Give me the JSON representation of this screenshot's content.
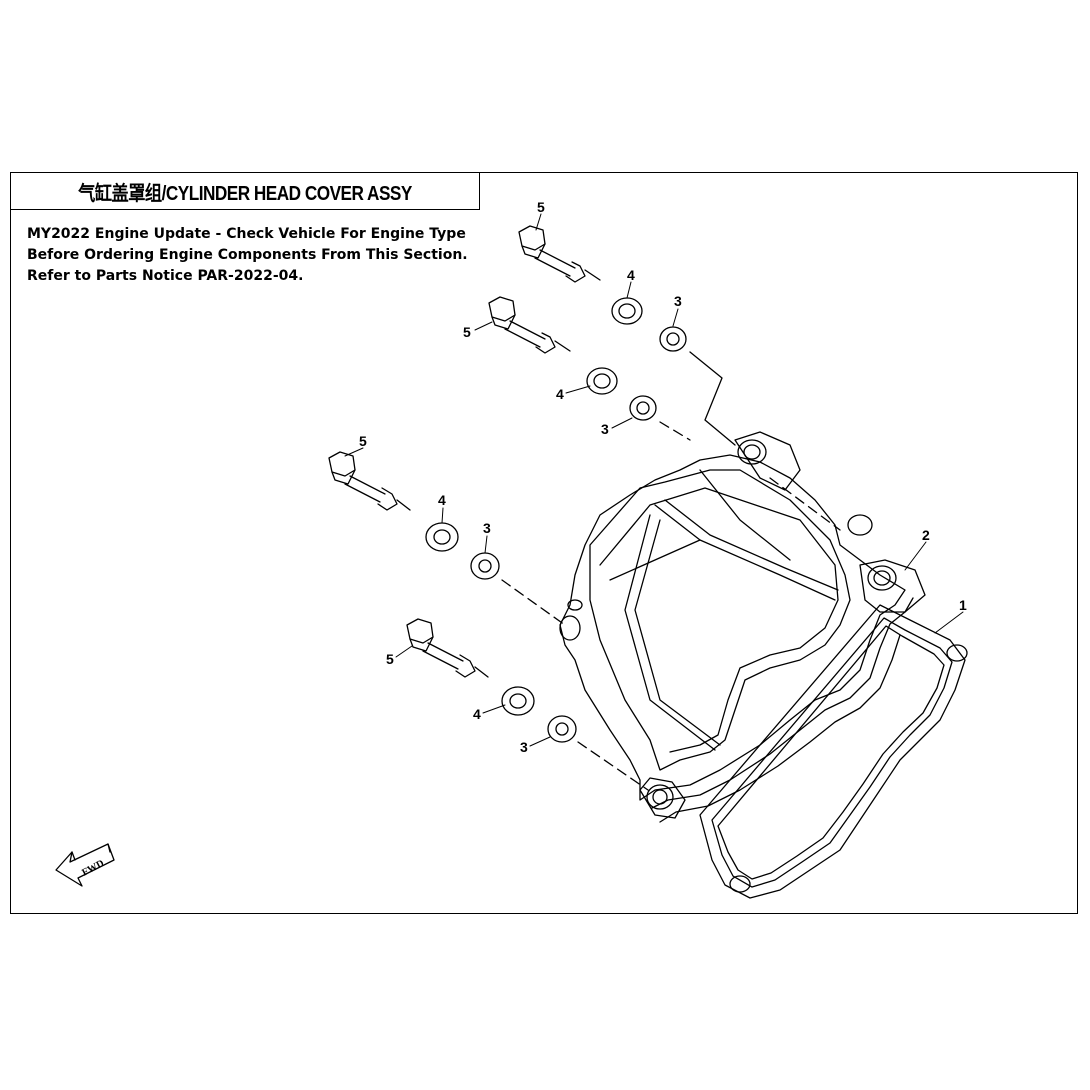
{
  "title": "气缸盖罩组/CYLINDER HEAD COVER ASSY",
  "notice": [
    "MY2022 Engine Update - Check Vehicle For Engine Type",
    "Before Ordering Engine Components From This Section.",
    "Refer to Parts Notice PAR-2022-04."
  ],
  "callouts": {
    "part_1": "1",
    "part_2": "2",
    "part_3": "3",
    "part_4": "4",
    "part_5": "5"
  },
  "fwd_label": "FWD"
}
